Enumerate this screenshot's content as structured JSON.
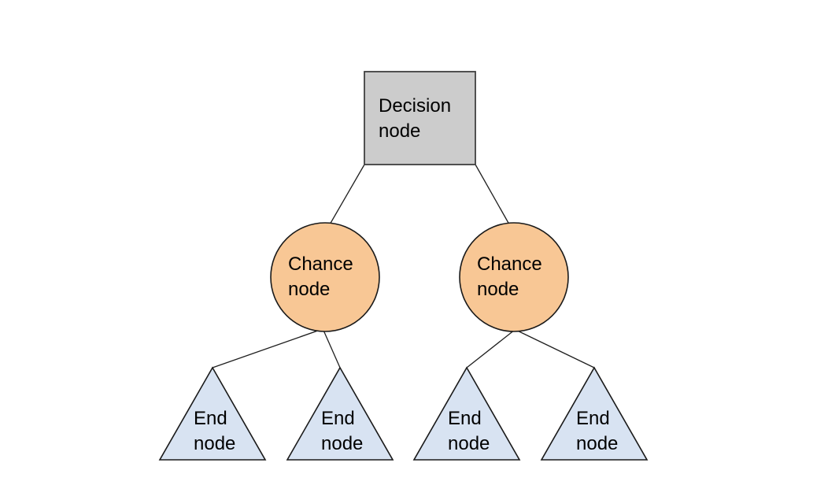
{
  "diagram": {
    "type": "decision tree",
    "background": "#ffffff",
    "colors": {
      "decision_fill": "#cccccc",
      "chance_fill": "#f8c795",
      "end_fill": "#d8e3f2",
      "stroke": "#1a1a1a",
      "text": "#000000"
    },
    "nodes": {
      "decision": {
        "shape": "square",
        "line1": "Decision",
        "line2": "node"
      },
      "chance_left": {
        "shape": "circle",
        "line1": "Chance",
        "line2": "node"
      },
      "chance_right": {
        "shape": "circle",
        "line1": "Chance",
        "line2": "node"
      },
      "end_1": {
        "shape": "triangle",
        "line1": "End",
        "line2": "node"
      },
      "end_2": {
        "shape": "triangle",
        "line1": "End",
        "line2": "node"
      },
      "end_3": {
        "shape": "triangle",
        "line1": "End",
        "line2": "node"
      },
      "end_4": {
        "shape": "triangle",
        "line1": "End",
        "line2": "node"
      }
    },
    "edges": [
      {
        "from": "decision",
        "to": "chance_left"
      },
      {
        "from": "decision",
        "to": "chance_right"
      },
      {
        "from": "chance_left",
        "to": "end_1"
      },
      {
        "from": "chance_left",
        "to": "end_2"
      },
      {
        "from": "chance_right",
        "to": "end_3"
      },
      {
        "from": "chance_right",
        "to": "end_4"
      }
    ]
  }
}
